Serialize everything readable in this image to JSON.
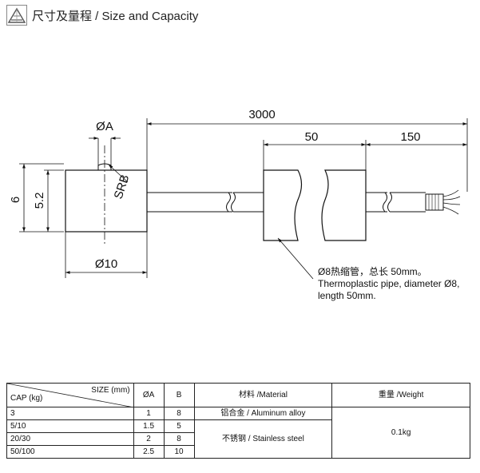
{
  "header": {
    "icon": "caliper-measure-icon",
    "title": "尺寸及量程 / Size and Capacity"
  },
  "drawing": {
    "dim_phi_a": "ØA",
    "dim_srb": "SRB",
    "dim_height": "6",
    "dim_inner_height": "5.2",
    "dim_diameter": "Ø10",
    "dim_total_length": "3000",
    "dim_sleeve_length": "50",
    "dim_wire_end": "150",
    "note_line1": "Ø8热缩管，总长 50mm。",
    "note_line2": "Thermoplastic pipe, diameter  Ø8,",
    "note_line3": "length 50mm."
  },
  "table": {
    "corner_size": "SIZE (mm)",
    "corner_cap": "CAP (kg)",
    "col_a": "ØA",
    "col_b": "B",
    "col_material": "材料 /Material",
    "col_weight": "重量 /Weight",
    "weight_value": "0.1kg",
    "rows": [
      {
        "cap": "3",
        "a": "1",
        "b": "8"
      },
      {
        "cap": "5/10",
        "a": "1.5",
        "b": "5"
      },
      {
        "cap": "20/30",
        "a": "2",
        "b": "8"
      },
      {
        "cap": "50/100",
        "a": "2.5",
        "b": "10"
      }
    ],
    "material_aluminum": "铝合金 / Aluminum alloy",
    "material_stainless": "不锈钢 / Stainless steel"
  }
}
